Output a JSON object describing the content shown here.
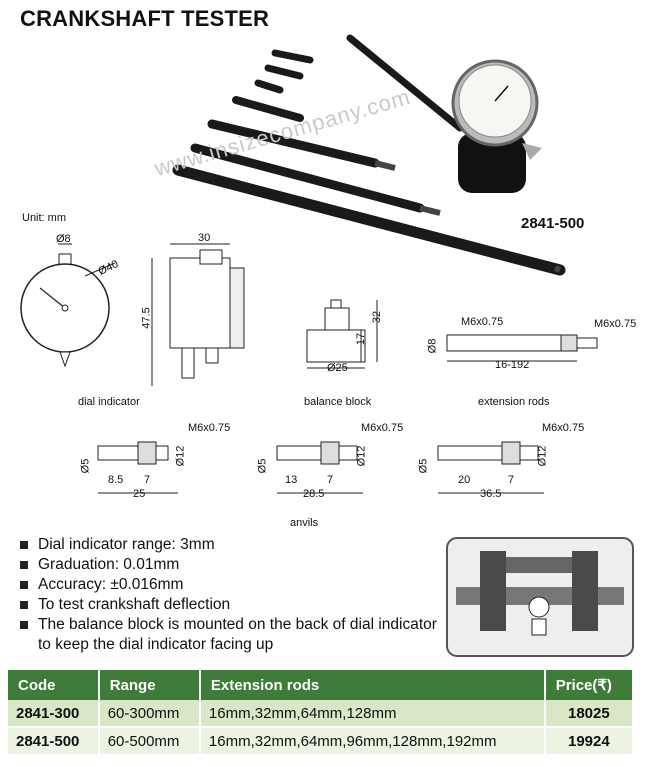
{
  "title": "CRANKSHAFT TESTER",
  "model": "2841-500",
  "unit_label": "Unit: mm",
  "watermark": "www.insizecompany.com",
  "dial": {
    "caption": "dial indicator",
    "dia_small": "Ø8",
    "dia_large": "Ø40",
    "width": "30",
    "height": "47.5"
  },
  "balance_block": {
    "caption": "balance block",
    "dia": "Ø25",
    "h1": "17",
    "h2": "32"
  },
  "extension_rods": {
    "caption": "extension rods",
    "thread_left": "M6x0.75",
    "thread_right": "M6x0.75",
    "dia": "Ø8",
    "length": "16-192"
  },
  "anvils": {
    "caption": "anvils",
    "items": [
      {
        "thread": "M6x0.75",
        "d_small": "Ø5",
        "d_large": "Ø12",
        "a": "8.5",
        "b": "7",
        "total": "25"
      },
      {
        "thread": "M6x0.75",
        "d_small": "Ø5",
        "d_large": "Ø12",
        "a": "13",
        "b": "7",
        "total": "28.5"
      },
      {
        "thread": "M6x0.75",
        "d_small": "Ø5",
        "d_large": "Ø12",
        "a": "20",
        "b": "7",
        "total": "36.5"
      }
    ]
  },
  "features": [
    "Dial indicator range: 3mm",
    "Graduation: 0.01mm",
    "Accuracy: ±0.016mm",
    "To test crankshaft deflection",
    "The balance block is mounted on the back of dial indicator to keep the dial indicator facing up"
  ],
  "table": {
    "headers": [
      "Code",
      "Range",
      "Extension rods",
      "Price(₹)"
    ],
    "rows": [
      {
        "code": "2841-300",
        "range": "60-300mm",
        "rods": "16mm,32mm,64mm,128mm",
        "price": "18025"
      },
      {
        "code": "2841-500",
        "range": "60-500mm",
        "rods": "16mm,32mm,64mm,96mm,128mm,192mm",
        "price": "19924"
      }
    ]
  },
  "colors": {
    "table_header": "#3f7c39",
    "row1": "#d8e8c6",
    "row2": "#ecf3e2"
  }
}
